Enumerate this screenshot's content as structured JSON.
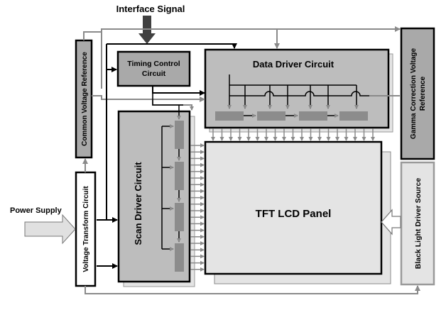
{
  "title": "Interface Signal",
  "blocks": {
    "timing_control": [
      "Timing Control",
      "Circuit"
    ],
    "data_driver": "Data Driver Circuit",
    "common_voltage": "Common Voltage Reference",
    "gamma": [
      "Gamma Correction Voltage",
      "Reference"
    ],
    "scan_driver": "Scan Driver Circuit",
    "tft_panel": "TFT LCD Panel",
    "voltage_transform": "Voltage Transform Circuit",
    "backlight": "Black Light Driver Source"
  },
  "inputs": {
    "power_supply": "Power Supply"
  },
  "colors": {
    "block_dark": "#a9a9a9",
    "block_mid": "#bdbdbd",
    "block_light": "#e4e4e4",
    "element": "#8c8c8c",
    "line_grey": "#8a8a8a",
    "line_black": "#000000"
  }
}
